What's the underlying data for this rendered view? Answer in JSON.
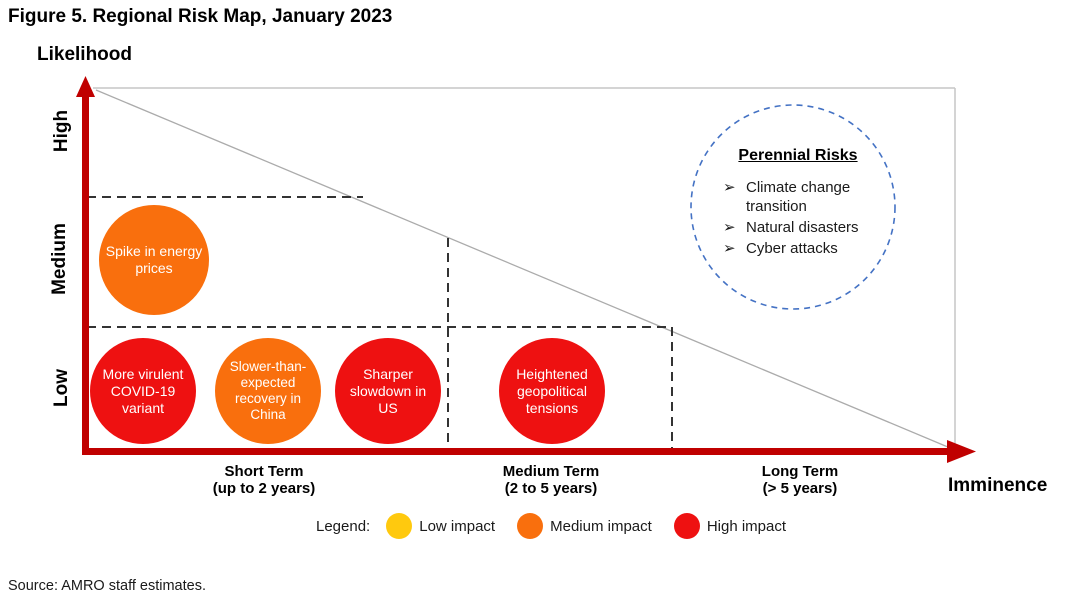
{
  "title": "Figure 5. Regional Risk Map, January 2023",
  "source": "Source: AMRO staff estimates.",
  "axes": {
    "y_label": "Likelihood",
    "x_label": "Imminence",
    "y_ticks": [
      "High",
      "Medium",
      "Low"
    ],
    "x_ticks": [
      {
        "label": "Short Term",
        "range": "(up to 2 years)"
      },
      {
        "label": "Medium Term",
        "range": "(2 to 5 years)"
      },
      {
        "label": "Long Term",
        "range": "(> 5 years)"
      }
    ]
  },
  "bubbles": [
    {
      "label": "Spike in energy prices",
      "impact": "Medium impact",
      "likelihood": "Medium",
      "imminence": "Short Term",
      "color": "#F96F0D"
    },
    {
      "label": "More virulent COVID-19 variant",
      "impact": "High impact",
      "likelihood": "Low",
      "imminence": "Short Term",
      "color": "#EE1111"
    },
    {
      "label": "Slower-than-expected recovery in China",
      "impact": "Medium impact",
      "likelihood": "Low",
      "imminence": "Short Term",
      "color": "#F96F0D"
    },
    {
      "label": "Sharper slowdown in US",
      "impact": "High impact",
      "likelihood": "Low",
      "imminence": "Short Term",
      "color": "#EE1111"
    },
    {
      "label": "Heightened geopolitical tensions",
      "impact": "High impact",
      "likelihood": "Low",
      "imminence": "Medium Term",
      "color": "#EE1111"
    }
  ],
  "perennial": {
    "title": "Perennial Risks",
    "bullet_char": "➢",
    "items": [
      "Climate change transition",
      "Natural disasters",
      "Cyber attacks"
    ]
  },
  "legend": {
    "label": "Legend:",
    "items": [
      {
        "label": "Low impact",
        "color": "#FFC90E"
      },
      {
        "label": "Medium impact",
        "color": "#F96F0D"
      },
      {
        "label": "High impact",
        "color": "#EE1111"
      }
    ]
  },
  "colors": {
    "axis_red": "#C00000",
    "dashed_divider": "#333333",
    "diagonal_line": "#ABABAB",
    "plot_border": "#C6C6C6",
    "perennial_circle_blue": "#4472C4"
  },
  "chart_data": {
    "type": "scatter",
    "title": "Figure 5. Regional Risk Map, January 2023",
    "xlabel": "Imminence",
    "ylabel": "Likelihood",
    "x_categories": [
      "Short Term (up to 2 years)",
      "Medium Term (2 to 5 years)",
      "Long Term (> 5 years)"
    ],
    "y_categories": [
      "Low",
      "Medium",
      "High"
    ],
    "legend_entries": [
      "Low impact",
      "Medium impact",
      "High impact"
    ],
    "legend_position": "bottom",
    "points": [
      {
        "label": "Spike in energy prices",
        "imminence": "Short Term",
        "likelihood": "Medium",
        "impact": "Medium"
      },
      {
        "label": "More virulent COVID-19 variant",
        "imminence": "Short Term",
        "likelihood": "Low",
        "impact": "High"
      },
      {
        "label": "Slower-than-expected recovery in China",
        "imminence": "Short Term",
        "likelihood": "Low",
        "impact": "Medium"
      },
      {
        "label": "Sharper slowdown in US",
        "imminence": "Short Term",
        "likelihood": "Low",
        "impact": "High"
      },
      {
        "label": "Heightened geopolitical tensions",
        "imminence": "Medium Term",
        "likelihood": "Low",
        "impact": "High"
      }
    ],
    "annotations": [
      {
        "label": "Perennial Risks",
        "items": [
          "Climate change transition",
          "Natural disasters",
          "Cyber attacks"
        ],
        "position": "high likelihood / long term"
      }
    ]
  }
}
